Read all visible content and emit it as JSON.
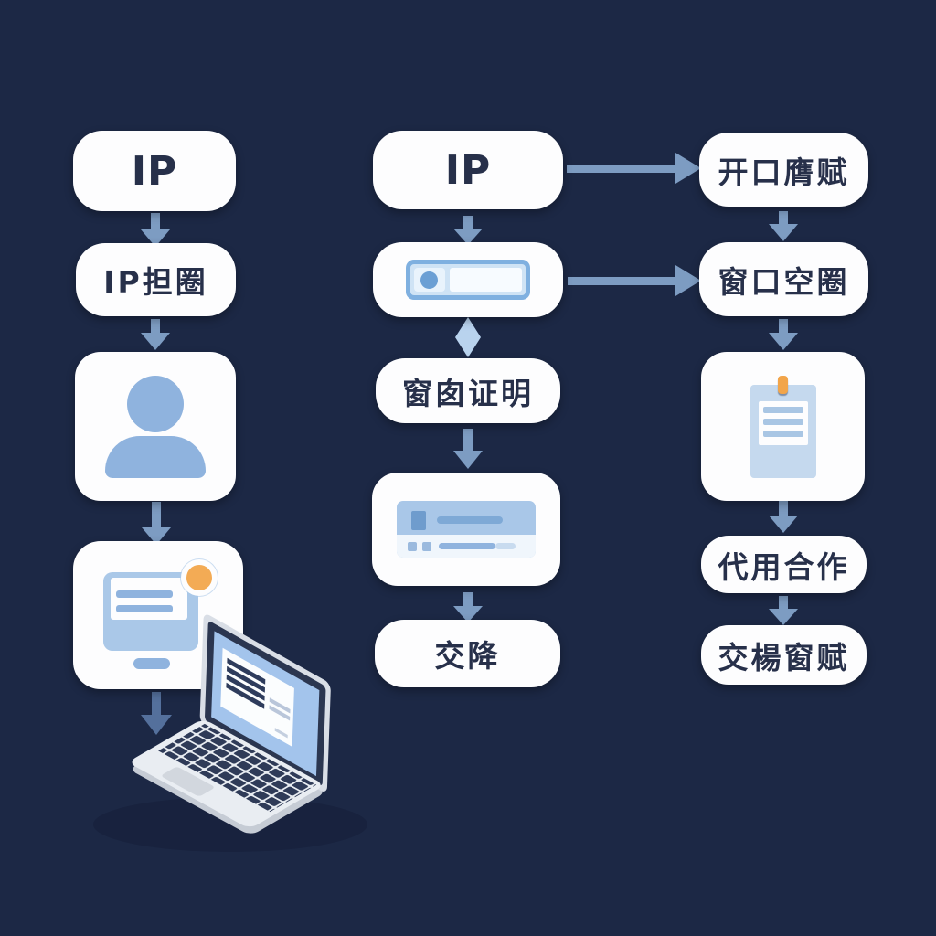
{
  "background": "#1c2845",
  "palette": {
    "box_bg": "#fdfdfe",
    "text": "#27304a",
    "arrow": "#7d9cc2",
    "arrow_dark": "#54709c",
    "diamond": "#b9d3ee",
    "icon_blue": "#8fb3de",
    "icon_blue_light": "#cfe3f5",
    "icon_blue_deep": "#6f9ccd",
    "badge_orange": "#f3ab55",
    "pin_orange": "#f2a54a",
    "laptop_screen": "#a3c4ec",
    "laptop_body": "#e9edf2"
  },
  "flowchart": {
    "left": {
      "box1": {
        "label": "IP"
      },
      "box2": {
        "label": "IP担圈"
      },
      "box3": {
        "icon": "user-icon"
      },
      "box4": {
        "icon": "monitor-document-icon"
      }
    },
    "middle": {
      "box1": {
        "label": "IP"
      },
      "box2": {
        "icon": "search-bar-icon"
      },
      "box3": {
        "label": "窗囱证明"
      },
      "box4": {
        "icon": "form-card-icon"
      },
      "box5": {
        "label": "交降"
      }
    },
    "right": {
      "box1": {
        "label": "开口膺赋"
      },
      "box2": {
        "label": "窗口空圈"
      },
      "box3": {
        "icon": "clipboard-icon"
      },
      "box4": {
        "label": "代用合作"
      },
      "box5": {
        "label": "交楊窗赋"
      }
    },
    "illustration": "laptop"
  }
}
